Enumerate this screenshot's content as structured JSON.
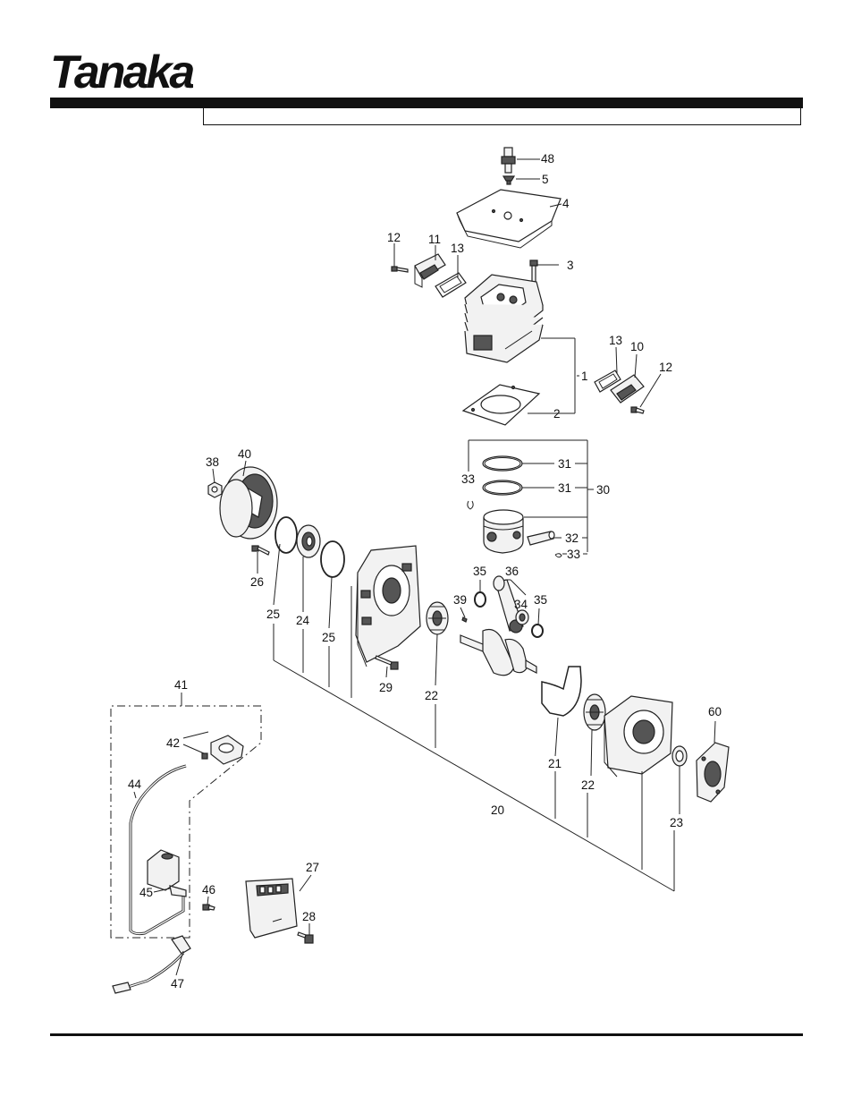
{
  "brand": {
    "name": "Tanaka",
    "mark": "®"
  },
  "title": "",
  "callouts": {
    "c48": "48",
    "c5": "5",
    "c4": "4",
    "c3": "3",
    "c12a": "12",
    "c11": "11",
    "c13a": "13",
    "c13b": "13",
    "c10": "10",
    "c12b": "12",
    "c1": "1",
    "c2": "2",
    "c33a": "33",
    "c31a": "31",
    "c31b": "31",
    "c30": "30",
    "c32": "32",
    "c33b": "33",
    "c38": "38",
    "c40": "40",
    "c26": "26",
    "c25a": "25",
    "c24": "24",
    "c25b": "25",
    "c35a": "35",
    "c36": "36",
    "c39": "39",
    "c34": "34",
    "c35b": "35",
    "c29": "29",
    "c22a": "22",
    "c21": "21",
    "c22b": "22",
    "c60": "60",
    "c23": "23",
    "c20": "20",
    "c41": "41",
    "c42": "42",
    "c44": "44",
    "c45": "45",
    "c46": "46",
    "c47": "47",
    "c27": "27",
    "c28": "28"
  }
}
